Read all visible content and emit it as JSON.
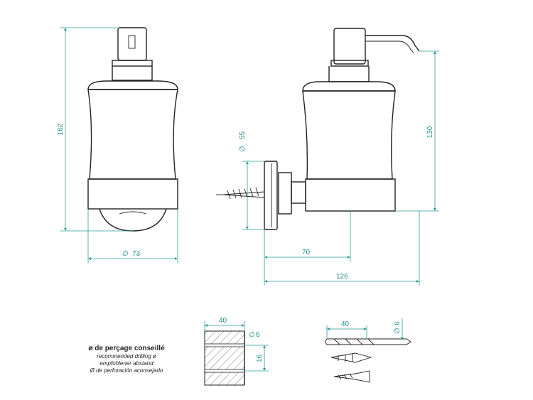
{
  "dimensions": {
    "height_total": "162",
    "height_body": "130",
    "bottle_diameter": "73",
    "rosette_diameter": "55",
    "projection": "70",
    "depth_total": "126",
    "drill_depth_left": "40",
    "drill_diameter_left": "6",
    "hole_spacing": "16",
    "drill_depth_right": "40",
    "drill_diameter_right": "6"
  },
  "symbols": {
    "diameter": "∅"
  },
  "legend": {
    "fr": "ø de perçage conseillé",
    "en": "recommended drilling ø",
    "de": "empfohlener abstand",
    "es": "Ø de perforación aconsejado"
  },
  "colors": {
    "line": "#222222",
    "dimension": "#1f8f8a"
  }
}
